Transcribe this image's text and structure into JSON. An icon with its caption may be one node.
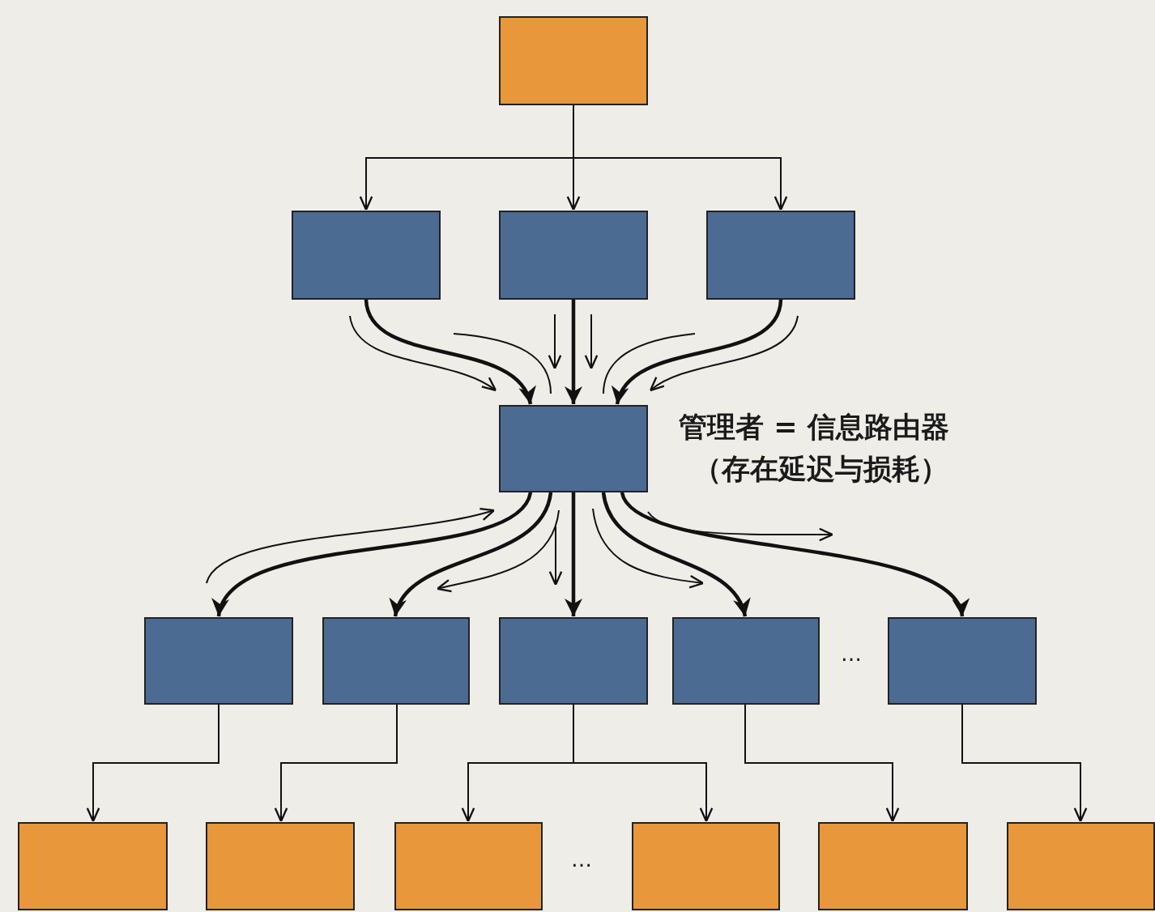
{
  "diagram": {
    "nodes": [
      {
        "text": [],
        "shape": "box"
      },
      {
        "text": [],
        "shape": "box"
      },
      {
        "text": [],
        "shape": "box"
      },
      {
        "text": [],
        "shape": "box"
      },
      {
        "text": [],
        "shape": "box",
        "beside": [
          "管理者 = 信息路由器",
          "（存在延迟与损耗）"
        ]
      },
      {
        "text": [],
        "shape": "box"
      },
      {
        "text": [],
        "shape": "box"
      },
      {
        "text": [],
        "shape": "box"
      },
      {
        "text": [],
        "shape": "box"
      },
      {
        "text": [],
        "shape": "box"
      },
      {
        "text": [],
        "shape": "box"
      },
      {
        "text": [],
        "shape": "box"
      },
      {
        "text": [],
        "shape": "box"
      },
      {
        "text": [],
        "shape": "box"
      },
      {
        "text": [],
        "shape": "box"
      },
      {
        "text": [],
        "shape": "box"
      }
    ],
    "edges": [
      {
        "from": 0,
        "to": 1,
        "arrow": "to"
      },
      {
        "from": 0,
        "to": 2,
        "arrow": "to"
      },
      {
        "from": 0,
        "to": 3,
        "arrow": "to"
      },
      {
        "from": 1,
        "to": 4,
        "arrow": "to",
        "style": "thick"
      },
      {
        "from": 2,
        "to": 4,
        "arrow": "to",
        "style": "thick"
      },
      {
        "from": 3,
        "to": 4,
        "arrow": "to",
        "style": "thick"
      },
      {
        "from": 4,
        "to": 5,
        "arrow": "to",
        "style": "thick"
      },
      {
        "from": 4,
        "to": 6,
        "arrow": "to",
        "style": "thick"
      },
      {
        "from": 4,
        "to": 7,
        "arrow": "to",
        "style": "thick"
      },
      {
        "from": 4,
        "to": 8,
        "arrow": "to",
        "style": "thick"
      },
      {
        "from": 4,
        "to": 9,
        "arrow": "to",
        "style": "thick"
      },
      {
        "from": 5,
        "to": 10,
        "arrow": "to"
      },
      {
        "from": 6,
        "to": 11,
        "arrow": "to"
      },
      {
        "from": 7,
        "to": 12,
        "arrow": "to"
      },
      {
        "from": 7,
        "to": 13,
        "arrow": "to"
      },
      {
        "from": 8,
        "to": 14,
        "arrow": "to"
      },
      {
        "from": 9,
        "to": 15,
        "arrow": "to"
      }
    ],
    "labels": [
      "…",
      "…"
    ]
  }
}
